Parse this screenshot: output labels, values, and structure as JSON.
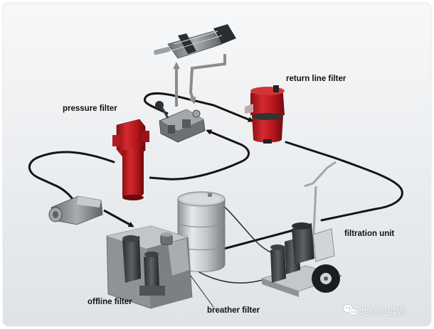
{
  "labels": {
    "return_line_filter": "return line filter",
    "pressure_filter": "pressure filter",
    "filtration_unit": "filtration unit",
    "offline_filter": "offline filter",
    "breather_filter": "breather filter"
  },
  "watermark": {
    "text": "北京创启尚",
    "icon": "wechat-icon"
  },
  "colors": {
    "filter_red": "#c2161d",
    "background_top": "#f6f7f8",
    "background_bottom": "#dde2e6",
    "machine_gray": "#8f9396",
    "pipe": "#141414",
    "connector_gray": "#8c8c8c"
  }
}
